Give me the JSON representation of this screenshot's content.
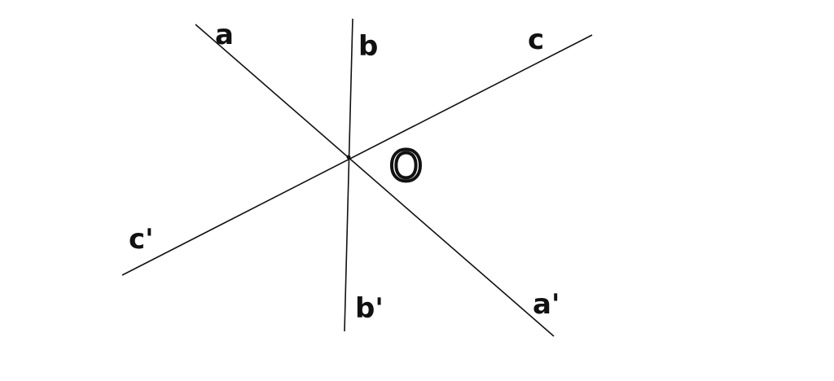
{
  "diagram": {
    "point_label": "O",
    "lines": [
      {
        "id": "a",
        "start_label": "a",
        "end_label": "a'"
      },
      {
        "id": "b",
        "start_label": "b",
        "end_label": "b'"
      },
      {
        "id": "c",
        "start_label": "c",
        "end_label": "c'"
      }
    ],
    "line_color": "#111111",
    "background": "#ffffff"
  }
}
